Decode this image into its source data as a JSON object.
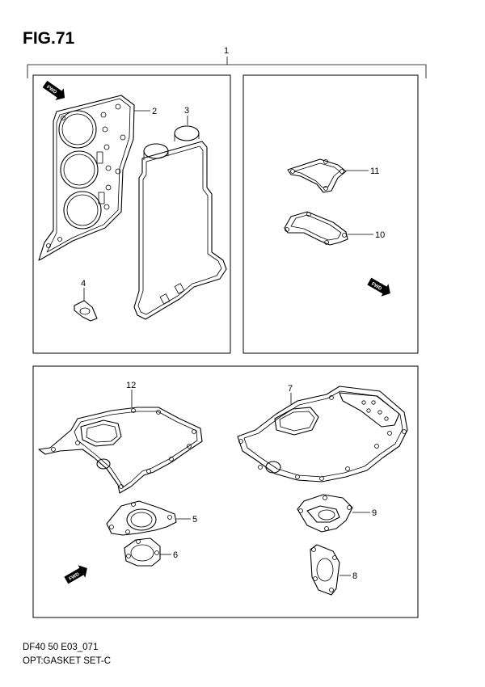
{
  "figure": {
    "title": "FIG.71",
    "code": "DF40 50 E03_071",
    "name": "OPT:GASKET SET-C"
  },
  "parts": [
    {
      "ref": "1"
    },
    {
      "ref": "2"
    },
    {
      "ref": "3"
    },
    {
      "ref": "4"
    },
    {
      "ref": "5"
    },
    {
      "ref": "6"
    },
    {
      "ref": "7"
    },
    {
      "ref": "8"
    },
    {
      "ref": "9"
    },
    {
      "ref": "10"
    },
    {
      "ref": "11"
    },
    {
      "ref": "12"
    }
  ],
  "fwd_label": "FWD"
}
